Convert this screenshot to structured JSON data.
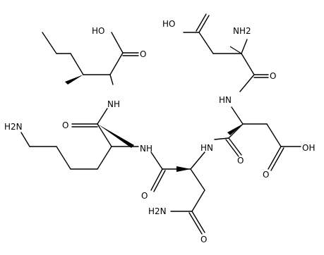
{
  "molecule": {
    "labels": {
      "oh_top": "HO",
      "nh2_top": "NH2",
      "oh_ile": "HO",
      "o_ile": "O",
      "nh_asp1": "HN",
      "o_asp": "O",
      "nh_lys": "NH",
      "o_lys": "O",
      "h2n_lys": "H2N",
      "nh_asn": "NH",
      "nh_asp2": "HN",
      "oh_asp2": "OH",
      "o_asp2": "O",
      "o_asn": "O",
      "o_asp2_amide": "O",
      "h2n_asn": "H2N",
      "o_asn_amide": "O"
    }
  }
}
